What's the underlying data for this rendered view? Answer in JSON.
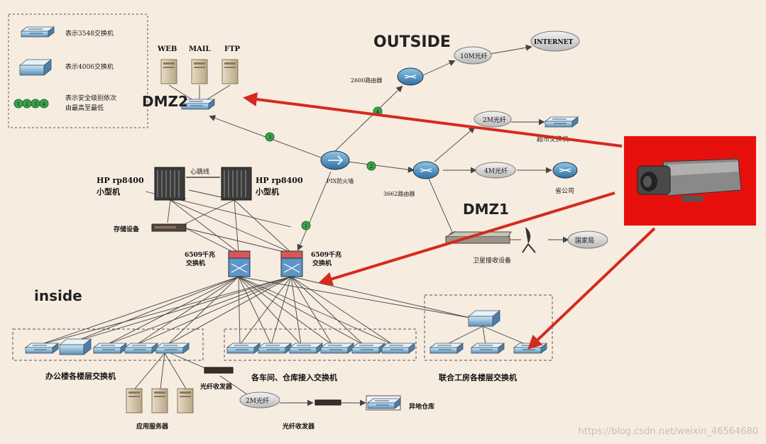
{
  "legend": {
    "item1": "表示3548交换机",
    "item2": "表示4006交换机",
    "item3_line1": "表示安全级别依次",
    "item3_line2": "由最高至最低",
    "item3_badges": [
      "1",
      "2",
      "3",
      "4"
    ]
  },
  "zones": {
    "outside": "OUTSIDE",
    "dmz2": "DMZ2",
    "dmz1": "DMZ1",
    "inside": "inside"
  },
  "servers": [
    "WEB",
    "MAIL",
    "FTP"
  ],
  "nodes": {
    "router2600": "2600路由器",
    "link10m": "10M光纤",
    "internet": "INTERNET",
    "link2m_top": "2M光纤",
    "shop_switch": "超市交换机",
    "router3662": "3662路由器",
    "link4m": "4M光纤",
    "branch": "省公司",
    "pix": "PIX防火墙",
    "hp_left_1": "HP rp8400",
    "hp_left_2": "小型机",
    "hp_right_1": "HP rp8400",
    "hp_right_2": "小型机",
    "heartbeat": "心跳线",
    "storage": "存储设备",
    "core_left_1": "6509千兆",
    "core_left_2": "交换机",
    "core_right_1": "6509千兆",
    "core_right_2": "交换机",
    "satellite": "卫星接收设备",
    "bureau": "国家局",
    "office_switches": "办公楼各楼层交换机",
    "workshop_switches": "各车间、仓库接入交换机",
    "joint_switches": "联合工房各楼层交换机",
    "fiber_tx_1": "光纤收发器",
    "fiber_tx_2": "光纤收发器",
    "link2m_bottom": "2M光纤",
    "app_servers": "应用服务器",
    "warehouse": "异地仓库"
  },
  "badges": {
    "firewall_outside": "4",
    "firewall_dmz2": "3",
    "firewall_dmz1": "2",
    "firewall_inside": "1"
  },
  "watermark": "https://blog.csdn.net/weixin_46564680",
  "colors": {
    "background": "#f7ece0",
    "arrow_red": "#d42a1f",
    "camera_box": "#e8100c",
    "badge_green": "#3aa34a",
    "line": "#444444"
  }
}
